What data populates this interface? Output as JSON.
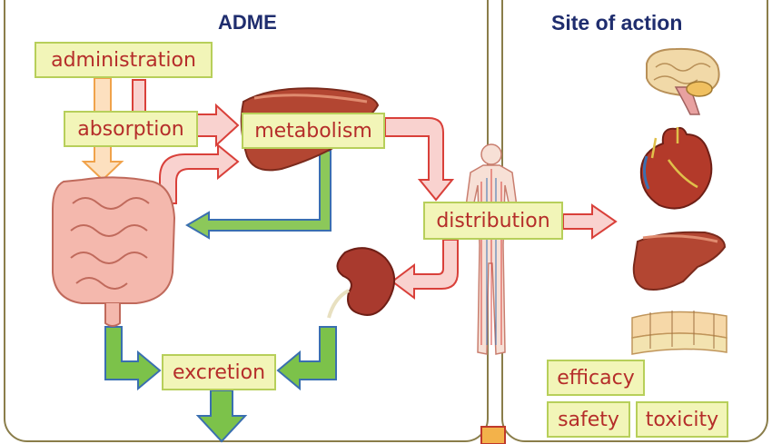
{
  "titles": {
    "adme": "ADME",
    "site": "Site of action"
  },
  "labels": {
    "administration": "administration",
    "absorption": "absorption",
    "metabolism": "metabolism",
    "distribution": "distribution",
    "excretion": "excretion",
    "efficacy": "efficacy",
    "safety": "safety",
    "toxicity": "toxicity"
  },
  "colors": {
    "red_arrow": "#d9403a",
    "green_arrow": "#7cc24a",
    "orange_arrow": "#f0a24a",
    "panel_border": "#8a7d4a",
    "title": "#1f2d6e",
    "label_text": "#b52d2a",
    "label_fill": "#f2f5b8",
    "label_border": "#b7cf5a"
  },
  "icons": [
    "intestine-icon",
    "liver-icon",
    "kidney-icon",
    "human-body-icon",
    "brain-icon",
    "heart-icon",
    "skin-icon"
  ]
}
